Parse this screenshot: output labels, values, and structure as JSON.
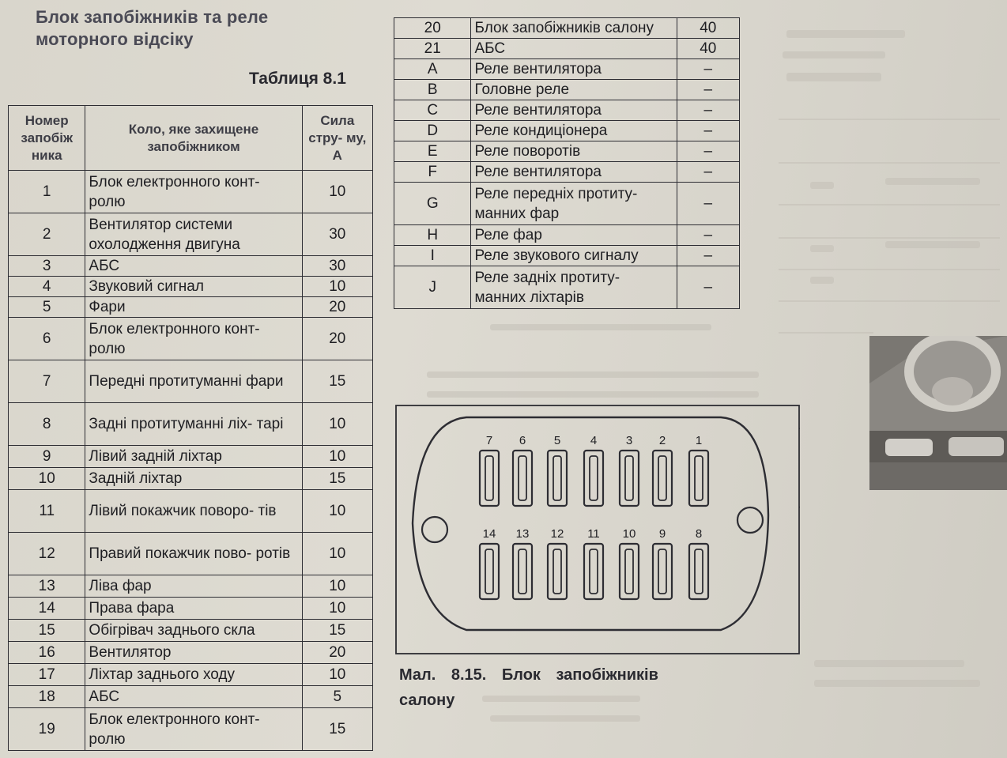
{
  "heading": {
    "line1": "Блок запобіжників та реле",
    "line2": "моторного відсіку"
  },
  "table1": {
    "caption": "Таблиця 8.1",
    "headers": {
      "number": "Номер запобіж ника",
      "circuit": "Коло, яке захищене запобіжником",
      "current": "Сила стру- му, А"
    },
    "rows": [
      {
        "number": "1",
        "circuit": "Блок електронного конт- ролю",
        "current": "10"
      },
      {
        "number": "2",
        "circuit": "Вентилятор системи охолодження двигуна",
        "current": "30"
      },
      {
        "number": "3",
        "circuit": "АБС",
        "current": "30"
      },
      {
        "number": "4",
        "circuit": "Звуковий сигнал",
        "current": "10"
      },
      {
        "number": "5",
        "circuit": "Фари",
        "current": "20"
      },
      {
        "number": "6",
        "circuit": "Блок електронного конт- ролю",
        "current": "20"
      },
      {
        "number": "7",
        "circuit": "Передні протитуманні фари",
        "current": "15"
      },
      {
        "number": "8",
        "circuit": "Задні протитуманні ліх- тарі",
        "current": "10"
      },
      {
        "number": "9",
        "circuit": "Лівий задній ліхтар",
        "current": "10"
      },
      {
        "number": "10",
        "circuit": "Задній ліхтар",
        "current": "15"
      },
      {
        "number": "11",
        "circuit": "Лівий покажчик поворо- тів",
        "current": "10"
      },
      {
        "number": "12",
        "circuit": "Правий покажчик пово- ротів",
        "current": "10"
      },
      {
        "number": "13",
        "circuit": "Ліва фар",
        "current": "10"
      },
      {
        "number": "14",
        "circuit": "Права фара",
        "current": "10"
      },
      {
        "number": "15",
        "circuit": "Обігрівач заднього скла",
        "current": "15"
      },
      {
        "number": "16",
        "circuit": "Вентилятор",
        "current": "20"
      },
      {
        "number": "17",
        "circuit": "Ліхтар заднього ходу",
        "current": "10"
      },
      {
        "number": "18",
        "circuit": "АБС",
        "current": "5"
      },
      {
        "number": "19",
        "circuit": "Блок електронного конт- ролю",
        "current": "15"
      }
    ]
  },
  "table2": {
    "rows": [
      {
        "id": "20",
        "circuit": "Блок запобіжників салону",
        "current": "40"
      },
      {
        "id": "21",
        "circuit": "АБС",
        "current": "40"
      },
      {
        "id": "A",
        "circuit": "Реле вентилятора",
        "current": "–"
      },
      {
        "id": "B",
        "circuit": "Головне реле",
        "current": "–"
      },
      {
        "id": "C",
        "circuit": "Реле вентилятора",
        "current": "–"
      },
      {
        "id": "D",
        "circuit": "Реле кондиціонера",
        "current": "–"
      },
      {
        "id": "E",
        "circuit": "Реле поворотів",
        "current": "–"
      },
      {
        "id": "F",
        "circuit": "Реле вентилятора",
        "current": "–"
      },
      {
        "id": "G",
        "circuit": "Реле передніх протиту- манних фар",
        "current": "–"
      },
      {
        "id": "H",
        "circuit": "Реле фар",
        "current": "–"
      },
      {
        "id": "I",
        "circuit": "Реле звукового сигналу",
        "current": "–"
      },
      {
        "id": "J",
        "circuit": "Реле задніх протиту- манних ліхтарів",
        "current": "–"
      }
    ]
  },
  "diagram": {
    "top_row": [
      "7",
      "6",
      "5",
      "4",
      "3",
      "2",
      "1"
    ],
    "bottom_row": [
      "14",
      "13",
      "12",
      "11",
      "10",
      "9",
      "8"
    ]
  },
  "figure_caption": {
    "line1": "Мал. 8.15. Блок запобіжників",
    "line2": "салону"
  }
}
